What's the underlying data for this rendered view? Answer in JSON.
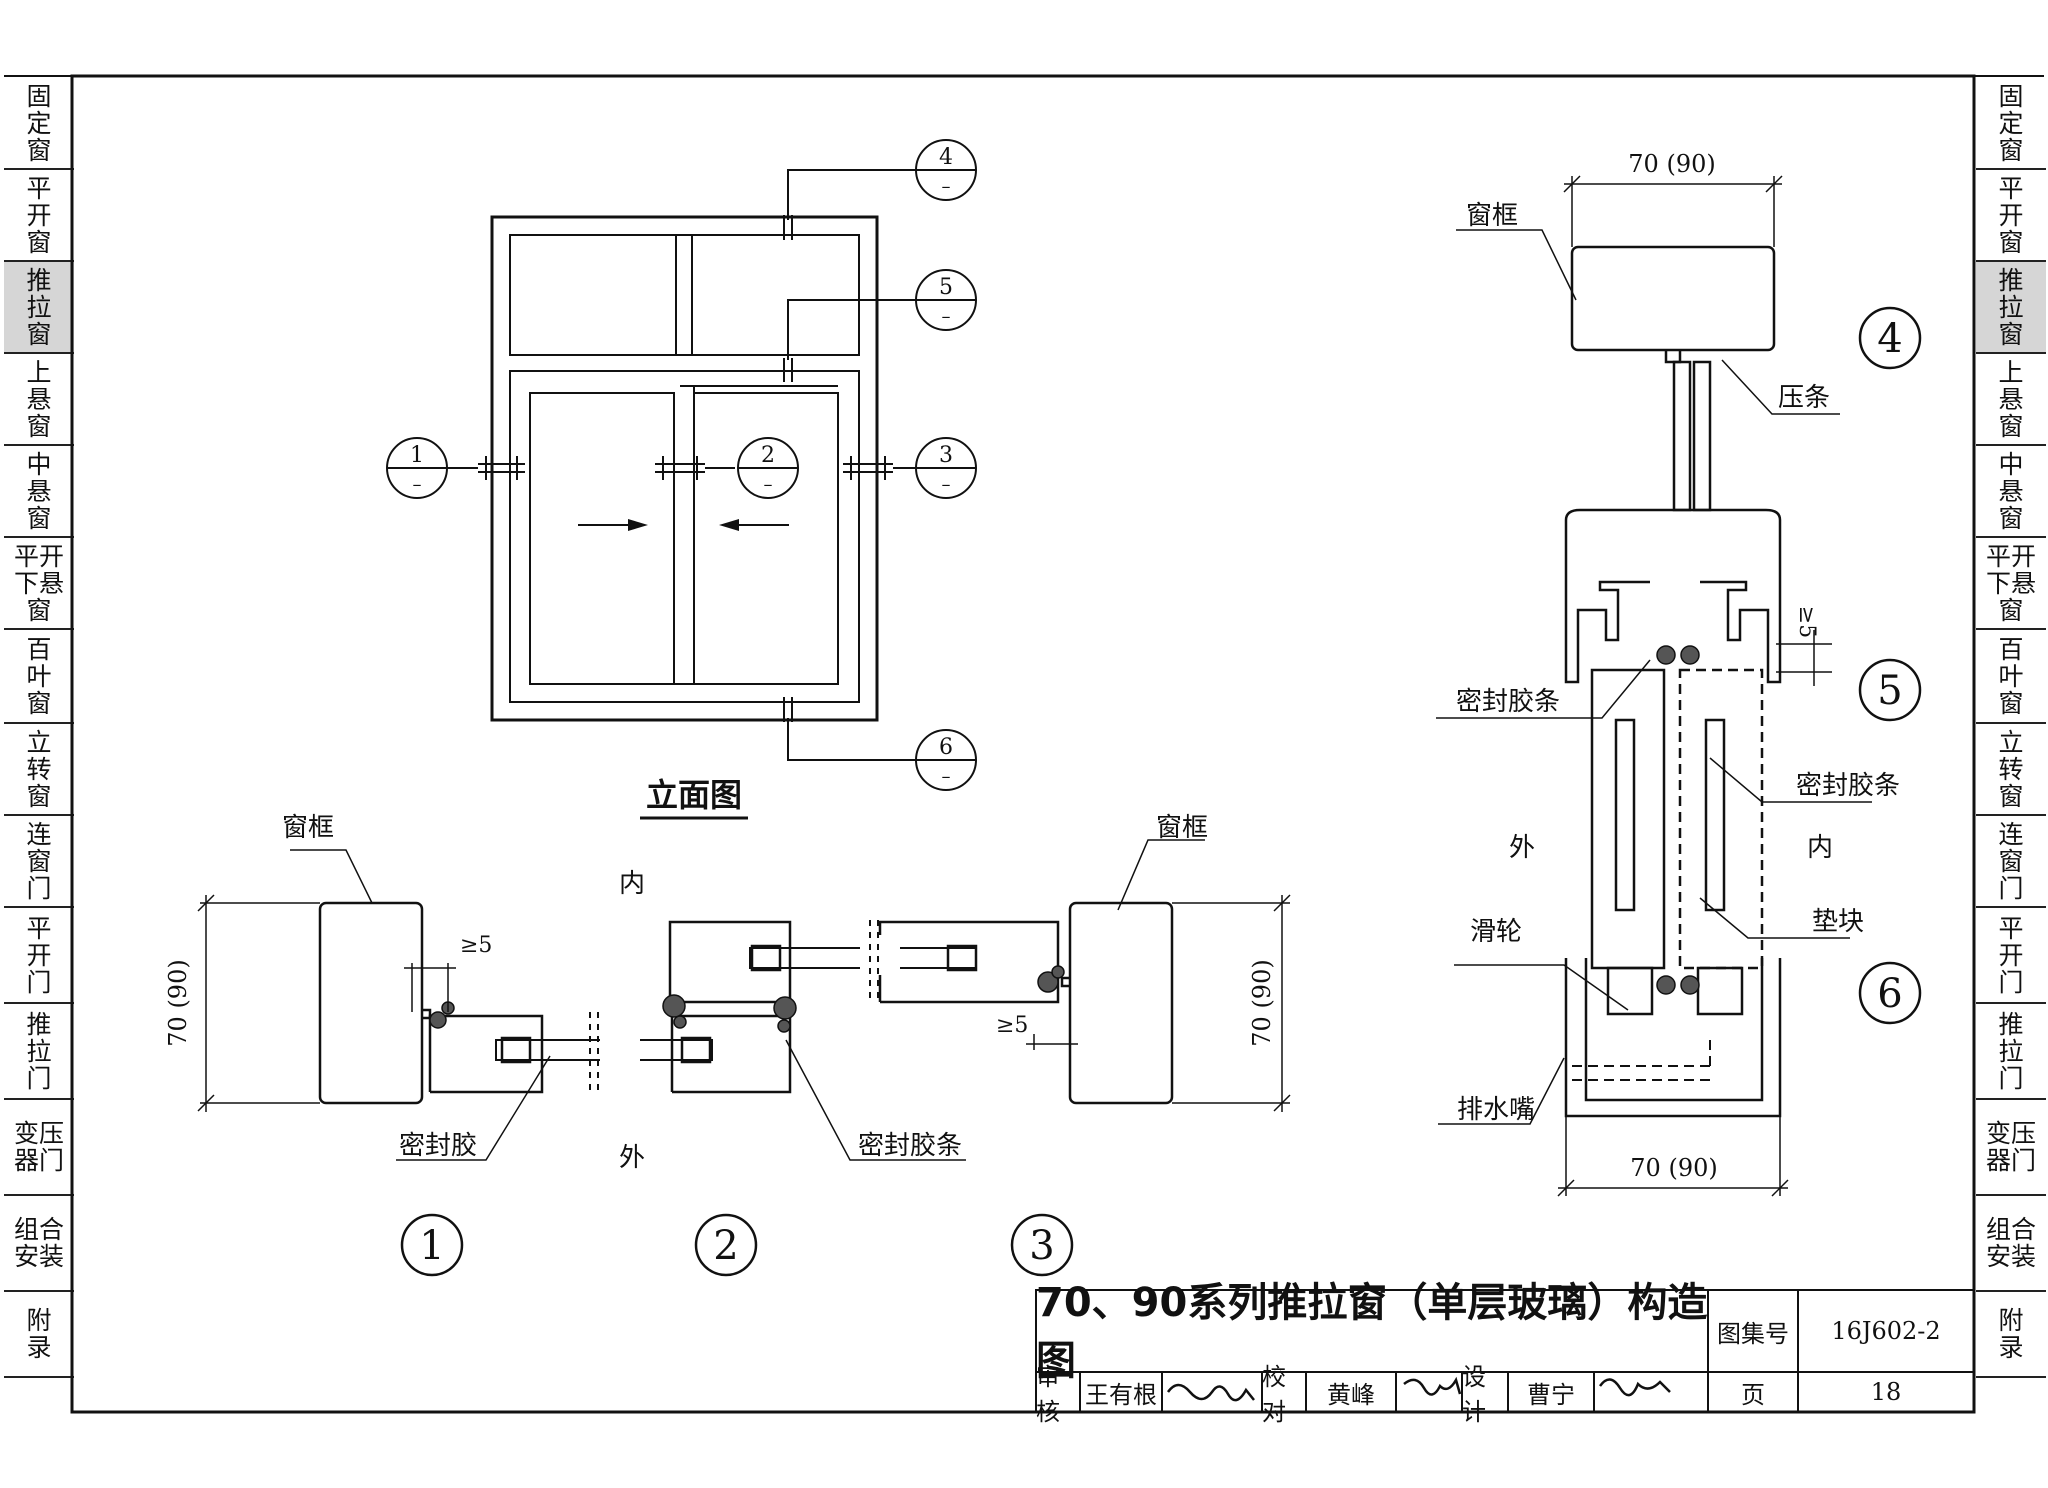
{
  "side_tabs": {
    "items": [
      {
        "label": "固\n定\n窗",
        "active": false
      },
      {
        "label": "平\n开\n窗",
        "active": false
      },
      {
        "label": "推\n拉\n窗",
        "active": true
      },
      {
        "label": "上\n悬\n窗",
        "active": false
      },
      {
        "label": "中\n悬\n窗",
        "active": false
      },
      {
        "label": "平开\n下悬\n窗",
        "active": false
      },
      {
        "label": "百\n叶\n窗",
        "active": false
      },
      {
        "label": "立\n转\n窗",
        "active": false
      },
      {
        "label": "连\n窗\n门",
        "active": false
      },
      {
        "label": "平\n开\n门",
        "active": false
      },
      {
        "label": "推\n拉\n门",
        "active": false
      },
      {
        "label": "变压\n器门",
        "active": false
      },
      {
        "label": "组合\n安装",
        "active": false
      },
      {
        "label": "附\n录",
        "active": false
      }
    ]
  },
  "elevation": {
    "title": "立面图",
    "callouts": [
      {
        "num": "1",
        "sub": "–"
      },
      {
        "num": "2",
        "sub": "–"
      },
      {
        "num": "3",
        "sub": "–"
      },
      {
        "num": "4",
        "sub": "–"
      },
      {
        "num": "5",
        "sub": "–"
      },
      {
        "num": "6",
        "sub": "–"
      }
    ]
  },
  "horizontal_section": {
    "label_inside": "内",
    "label_outside": "外",
    "frame_left": "窗框",
    "frame_right": "窗框",
    "dim_left": "70 (90)",
    "dim_right": "70 (90)",
    "gap_left": "≥5",
    "gap_right": "≥5",
    "seal": "密封胶",
    "seal_strip": "密封胶条",
    "detail_nums": [
      "1",
      "2",
      "3"
    ]
  },
  "vertical_section": {
    "dim_top": "70 (90)",
    "dim_bottom": "70 (90)",
    "frame": "窗框",
    "bead": "压条",
    "gap": "≥5",
    "seal_strip_1": "密封胶条",
    "seal_strip_2": "密封胶条",
    "outside": "外",
    "inside": "内",
    "pulley": "滑轮",
    "pad": "垫块",
    "drain": "排水嘴",
    "detail_nums": [
      "4",
      "5",
      "6"
    ]
  },
  "title_block": {
    "title": "70、90系列推拉窗（单层玻璃）构造图",
    "atlas_label": "图集号",
    "atlas_no": "16J602-2",
    "review_label": "审核",
    "reviewer": "王有根",
    "check_label": "校对",
    "checker": "黄峰",
    "design_label": "设计",
    "designer": "曹宁",
    "page_label": "页",
    "page_no": "18"
  }
}
